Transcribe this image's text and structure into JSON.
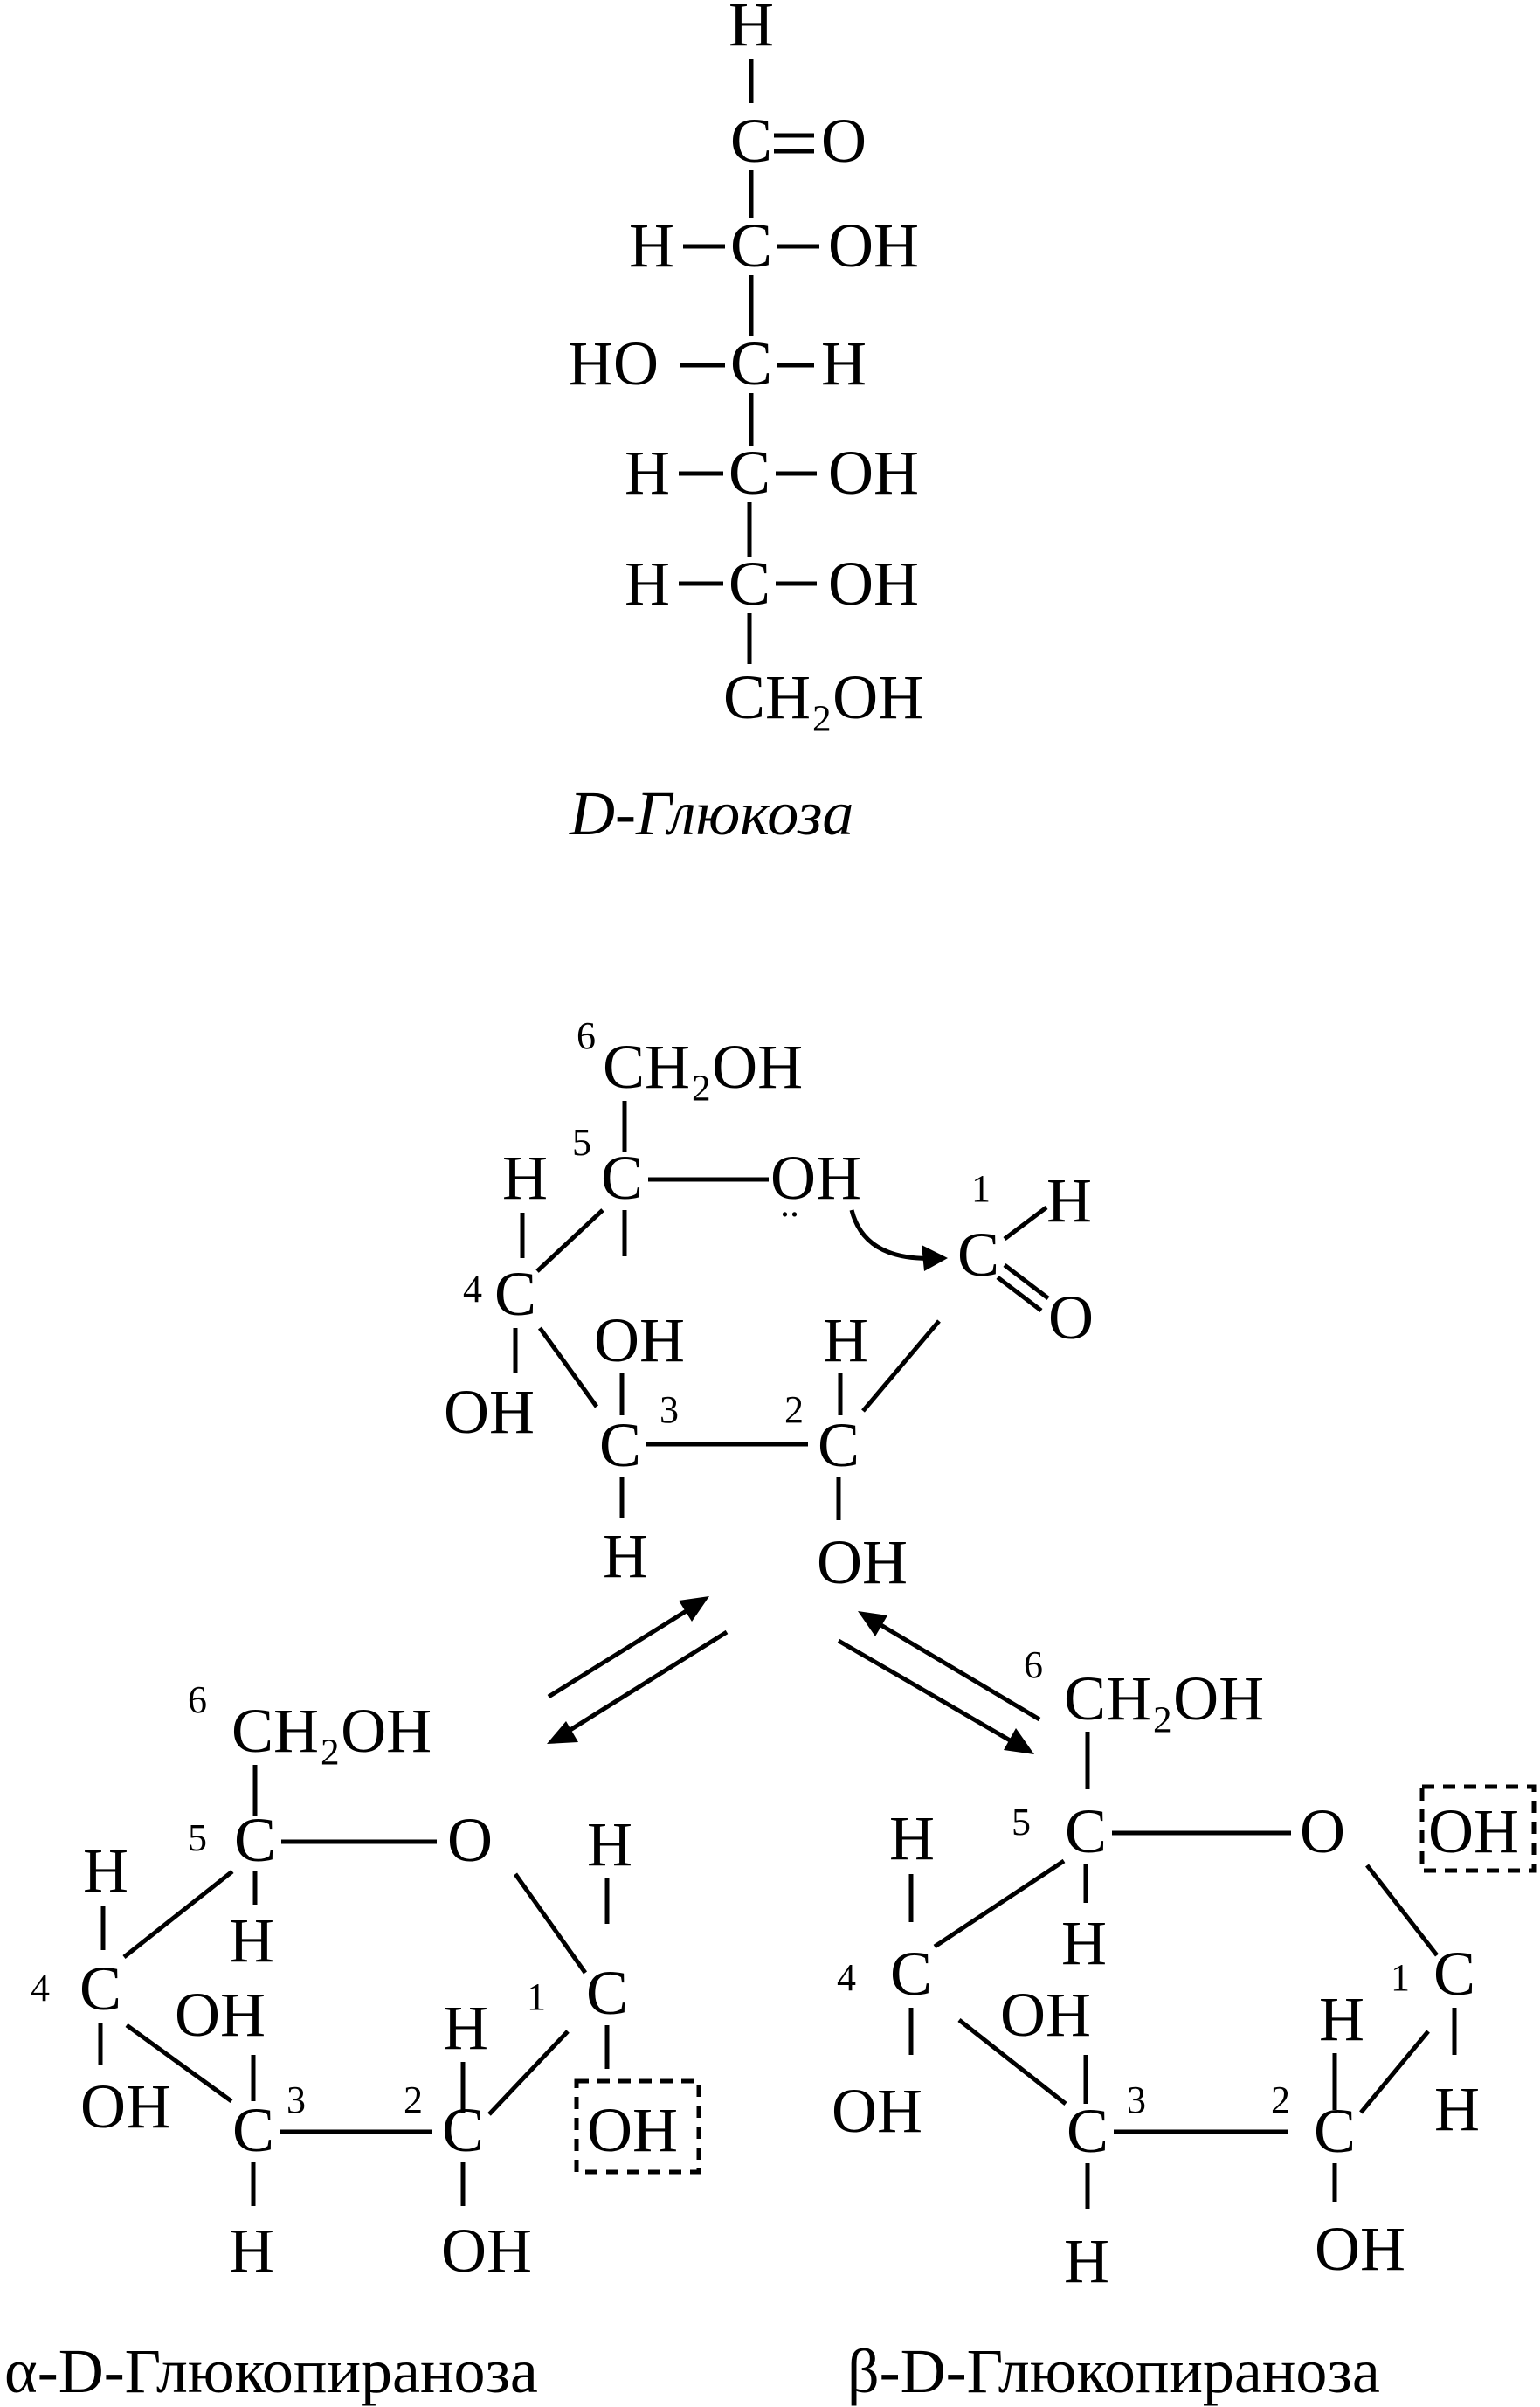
{
  "labels": {
    "glucose": "D-Глюкоза",
    "alpha": "α-D-Глюкопираноза",
    "beta": "β-D-Глюкопираноза",
    "lone_pair": ".."
  },
  "atoms": {
    "H": "H",
    "C": "C",
    "O": "O",
    "OH": "OH",
    "HO": "HO",
    "CH2OH": "CH₂OH"
  },
  "carbon_numbers": [
    "1",
    "2",
    "3",
    "4",
    "5",
    "6"
  ]
}
